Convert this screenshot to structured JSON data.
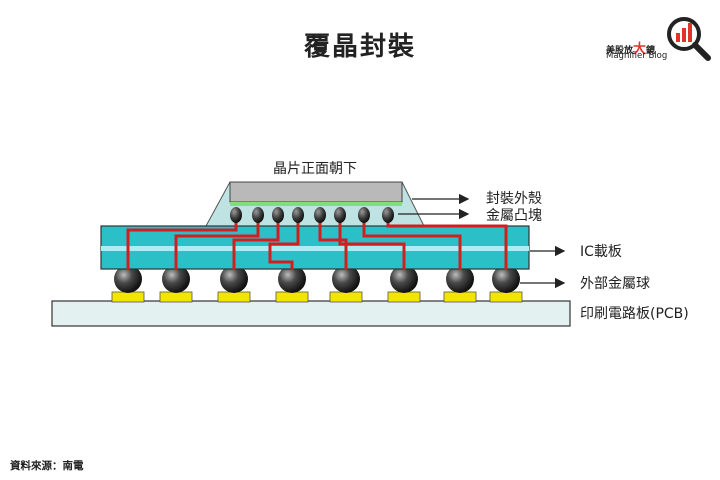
{
  "title": "覆晶封裝",
  "logo": {
    "cn_part1": "美股放",
    "cn_part2": "大",
    "cn_part3": "鏡",
    "en": "Magnifier Blog",
    "icon": "magnifier-bar-chart-icon"
  },
  "diagram": {
    "top_label": "晶片正面朝下",
    "labels": {
      "package_shell": "封裝外殼",
      "metal_bumps": "金屬凸塊",
      "ic_substrate": "IC載板",
      "solder_balls": "外部金屬球",
      "pcb": "印刷電路板(PCB)"
    },
    "colors": {
      "substrate": "#2bbfc7",
      "substrate_stripe": "#a9eef0",
      "pcb": "#e3f1f1",
      "pads": "#f2e600",
      "traces": "#d11f1f",
      "die": "#b9b9b9",
      "die_active": "#7ee07a",
      "shell": "#bfe3e3",
      "balls": "#3a3a3a"
    }
  },
  "source": "資料來源：南電"
}
